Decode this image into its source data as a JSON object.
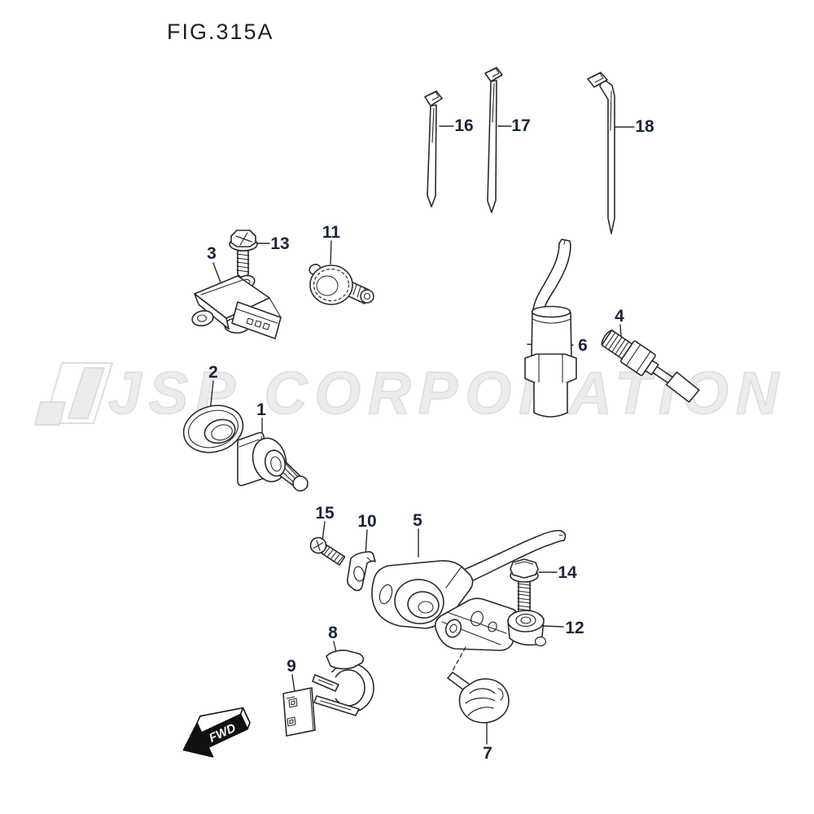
{
  "title": "FIG.315A",
  "watermark": {
    "text": "JSP CORPORATION"
  },
  "fwd": {
    "label": "FWD"
  },
  "colors": {
    "background": "#ffffff",
    "line": "#2a2a2a",
    "part_label": "#1b2437",
    "watermark_fill": "#ececec",
    "watermark_outline": "#dddddd",
    "fwd_fill": "#111111"
  },
  "part_labels": [
    "1",
    "2",
    "3",
    "4",
    "5",
    "6",
    "7",
    "8",
    "9",
    "10",
    "11",
    "12",
    "13",
    "14",
    "15",
    "16",
    "17",
    "18"
  ]
}
